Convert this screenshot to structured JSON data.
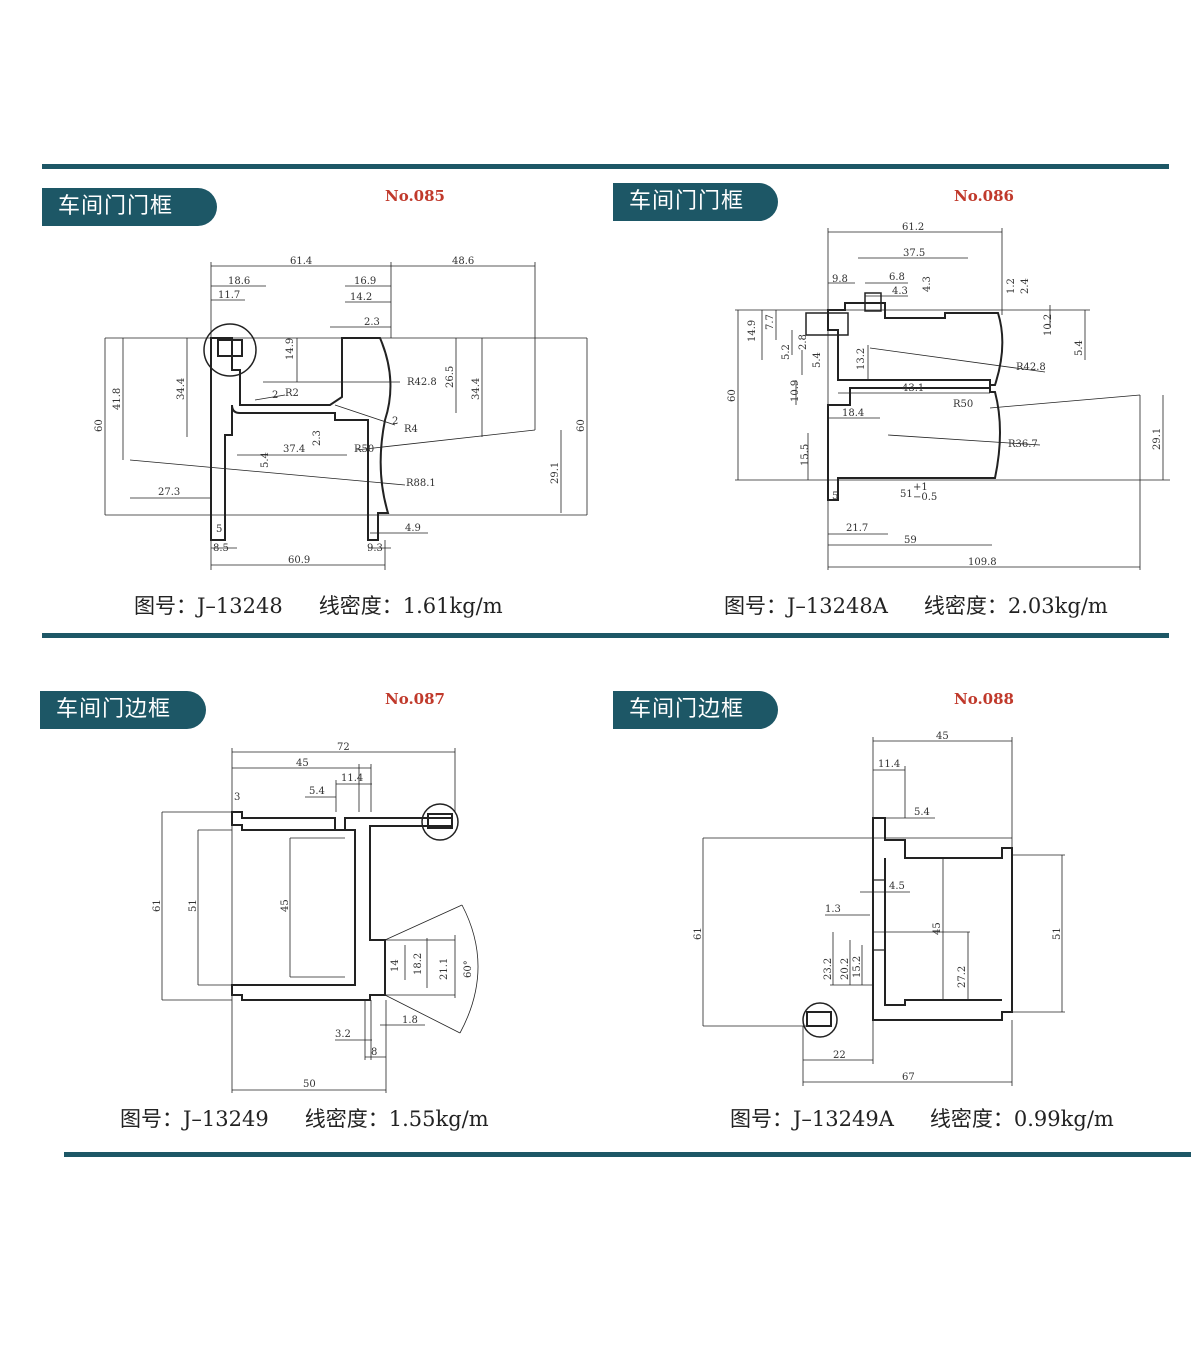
{
  "panels": [
    {
      "title": "车间门门框",
      "no": "No.085",
      "drawing_label": "图号：",
      "drawing_no": "J–13248",
      "density_label": "线密度：",
      "density": "1.61kg/m",
      "dims": [
        "61.4",
        "48.6",
        "18.6",
        "16.9",
        "11.7",
        "14.2",
        "2.3",
        "14.9",
        "R42.8",
        "26.5",
        "34.4",
        "41.8",
        "60",
        "2",
        "R2",
        "2",
        "R4",
        "2.3",
        "R50",
        "5.4",
        "37.4",
        "34.4",
        "60",
        "27.3",
        "R88.1",
        "29.1",
        "5",
        "4.9",
        "8.5",
        "9.3",
        "60.9"
      ]
    },
    {
      "title": "车间门门框",
      "no": "No.086",
      "drawing_label": "图号：",
      "drawing_no": "J–13248A",
      "density_label": "线密度：",
      "density": "2.03kg/m",
      "dims": [
        "61.2",
        "37.5",
        "9.8",
        "6.8",
        "4.3",
        "4.3",
        "1.2",
        "2.4",
        "14.9",
        "7.7",
        "10.2",
        "5.4",
        "5.2",
        "2.8",
        "5.4",
        "13.2",
        "R42.8",
        "60",
        "10.9",
        "43.1",
        "R50",
        "18.4",
        "15.5",
        "R36.7",
        "29.1",
        "5",
        "51",
        "21.7",
        "59",
        "109.8"
      ]
    },
    {
      "title": "车间门边框",
      "no": "No.087",
      "drawing_label": "图号：",
      "drawing_no": "J–13249",
      "density_label": "线密度：",
      "density": "1.55kg/m",
      "dims": [
        "72",
        "45",
        "11.4",
        "5.4",
        "3",
        "61",
        "51",
        "45",
        "60°",
        "14",
        "18.2",
        "21.1",
        "3.2",
        "1.8",
        "8",
        "50"
      ]
    },
    {
      "title": "车间门边框",
      "no": "No.088",
      "drawing_label": "图号：",
      "drawing_no": "J–13249A",
      "density_label": "线密度：",
      "density": "0.99kg/m",
      "dims": [
        "45",
        "11.4",
        "5.4",
        "4.5",
        "61",
        "1.3",
        "45",
        "51",
        "23.2",
        "20.2",
        "15.2",
        "27.2",
        "22",
        "67"
      ]
    }
  ],
  "colors": {
    "accent": "#1d5766",
    "number_red": "#c0392b"
  }
}
